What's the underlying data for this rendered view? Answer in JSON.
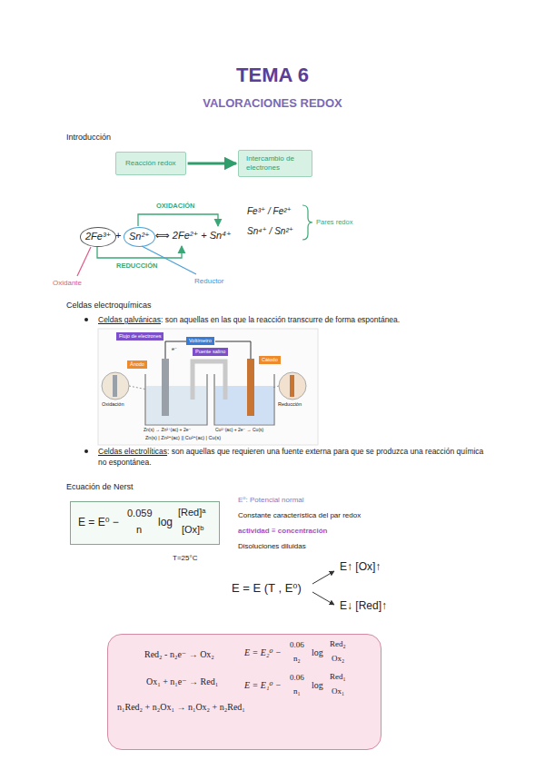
{
  "diagram": {
    "title": "TEMA 6",
    "nodes": [
      {
        "text": [
          "Reacción redox"
        ]
      },
      {
        "text": [
          "Intercambio de electrones"
        ]
      },
      {
        "text": [
          "2Fe³⁺"
        ]
      },
      {
        "text": [
          "Sn²⁺"
        ]
      },
      {
        "text": [
          "Voltímetro"
        ]
      },
      {
        "text": [
          "Flujo de electrones"
        ]
      },
      {
        "text": [
          "Puente salino"
        ]
      },
      {
        "text": [
          "Ánodo"
        ]
      },
      {
        "text": [
          "Cátodo"
        ]
      },
      {
        "text": [
          "E = E⁰ −",
          "0.059",
          "n",
          "log",
          "[Red]ᵃ",
          "[Ox]ᵇ"
        ]
      },
      {
        "text": [
          "Red₂ - n₂e⁻ → Ox₂",
          "Ox₁ + n₁e⁻ → Red₁",
          "n₁Red₂ + n₂Ox₁ → n₁Ox₂ + n₂Red₁",
          "E = E₂⁰ −",
          "0.06",
          "n₂",
          "log",
          "Red₂",
          "Ox₂",
          "E = E₁⁰ −",
          "0.06",
          "n₁",
          "log",
          "Red₁",
          "Ox₁"
        ]
      }
    ],
    "edges": [
      {
        "from": 0,
        "to": 1,
        "arrow": "to"
      }
    ],
    "labels": [
      "VALORACIONES REDOX",
      "Introducción",
      "OXIDACIÓN",
      "+",
      "⟺ 2Fe²⁺ + Sn⁴⁺",
      "REDUCCIÓN",
      "Oxidante",
      "Reductor",
      "Fe³⁺ / Fe²⁺",
      "Sn⁴⁺ / Sn²⁺",
      "Pares redox",
      "Celdas electroquímicas",
      "Celdas galvánicas",
      ": son aquellas en las que la reacción transcurre de forma espontánea.",
      "e⁻",
      "Zn(s) → Zn²⁺(ac) + 2e⁻",
      "Cu²⁺(ac) + 2e⁻ → Cu(s)",
      "Oxidación",
      "Reducción",
      "Zn(s) | Zn²⁺(ac) || Cu²⁺(ac) | Cu(s)",
      "Celdas electrolíticas",
      ": son aquellas que requieren una fuente externa para que se produzca una reacción química no espontánea.",
      "Ecuación de Nerst",
      "T=25°C",
      "E⁰: Potencial normal",
      "Constante característica del par redox",
      "actividad ≡ concentración",
      "Disoluciones diluidas",
      "E = E (T , E⁰)",
      "E↑ [Ox]↑",
      "E↓ [Red]↑"
    ]
  }
}
